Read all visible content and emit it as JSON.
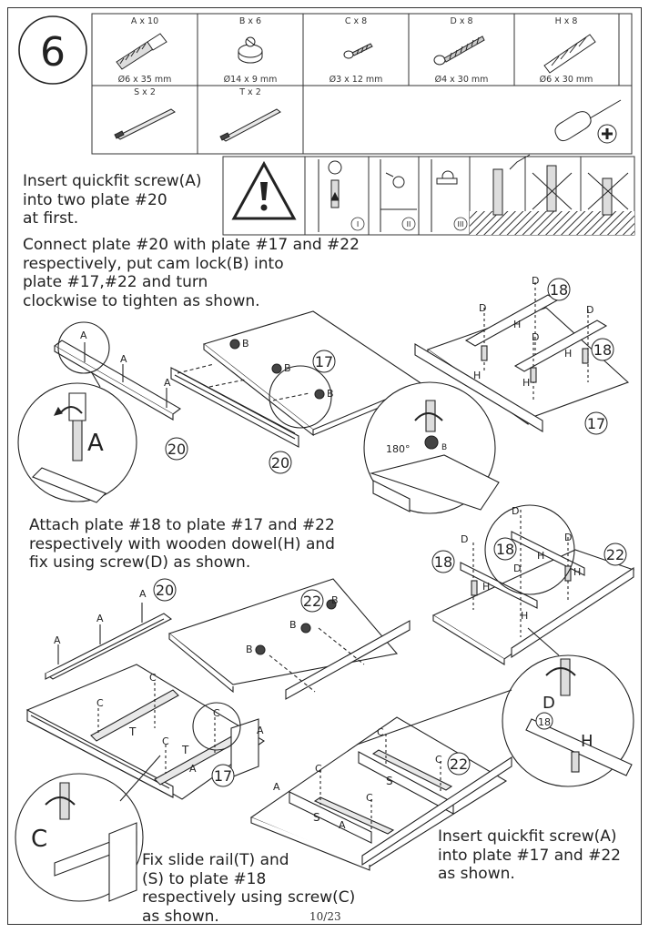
{
  "step_number": "6",
  "hardware_row1": [
    {
      "label": "A x 10",
      "size": "Ø6 x 35 mm",
      "icon": "dowel-screw-icon"
    },
    {
      "label": "B x 6",
      "size": "Ø14 x 9 mm",
      "icon": "cam-lock-icon"
    },
    {
      "label": "C x 8",
      "size": "Ø3 x 12 mm",
      "icon": "small-screw-icon"
    },
    {
      "label": "D x 8",
      "size": "Ø4 x 30 mm",
      "icon": "long-screw-icon"
    },
    {
      "label": "H x 8",
      "size": "Ø6 x 30 mm",
      "icon": "wooden-dowel-icon"
    }
  ],
  "hardware_row2": [
    {
      "label": "S x 2",
      "icon": "slide-rail-icon"
    },
    {
      "label": "T x 2",
      "icon": "slide-rail-icon"
    }
  ],
  "quickfit_steps": [
    "I",
    "II",
    "III"
  ],
  "instructions": {
    "insert_a_first": "Insert quickfit screw(A)\ninto two plate #20\nat first.",
    "connect_plate": "Connect plate #20 with plate #17 and #22\nrespectively, put cam lock(B) into\nplate #17,#22 and turn\nclockwise to tighten as shown.",
    "attach_plate18": "Attach plate #18 to plate #17 and #22\nrespectively with wooden dowel(H) and\nfix using screw(D) as shown.",
    "insert_a_17_22": "Insert quickfit screw(A)\ninto plate #17 and #22\nas shown.",
    "fix_slide_rail": "Fix slide rail(T) and\n(S) to plate #18\nrespectively using screw(C)\nas shown."
  },
  "labels": {
    "A": "A",
    "B": "B",
    "C": "C",
    "D": "D",
    "H": "H",
    "S": "S",
    "T": "T",
    "p17": "17",
    "p18": "18",
    "p20": "20",
    "p22": "22",
    "deg180": "180°"
  },
  "page": "10/23"
}
